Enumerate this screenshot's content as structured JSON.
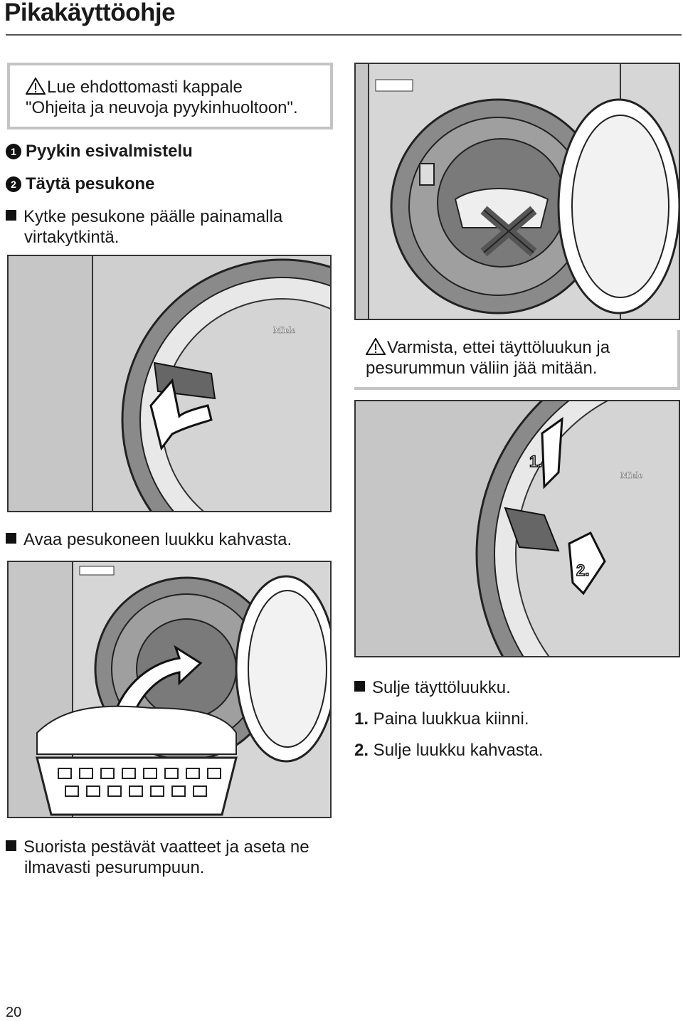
{
  "page_title": "Pikakäyttöohje",
  "notes": {
    "read_manual": [
      "Lue ehdottomasti kappale",
      "\"Ohjeita ja neuvoja pyykinhuoltoon\"."
    ],
    "check_drum": [
      "Varmista, ettei täyttöluukun ja",
      "pesurummun väliin jää mitään."
    ]
  },
  "steps": [
    {
      "number": "1",
      "label": "Pyykin esivalmistelu"
    },
    {
      "number": "2",
      "label": "Täytä pesukone"
    }
  ],
  "instructions": {
    "switch_on": [
      "Kytke pesukone päälle painamalla",
      "virtakytkintä."
    ],
    "open_door": "Avaa pesukoneen luukku kahvasta.",
    "load_laundry": [
      "Suorista pestävät vaatteet ja aseta ne",
      "ilmavasti pesurumpuun."
    ],
    "close_door": "Sulje täyttöluukku.",
    "close_sub": [
      {
        "num": "1.",
        "text": " Paina luukkua kiinni."
      },
      {
        "num": "2.",
        "text": " Sulje luukku kahvasta."
      }
    ]
  },
  "illustrations": {
    "brand": "Miele",
    "step_labels": [
      "1.",
      "2."
    ]
  },
  "icons": {
    "warning": "warning-triangle-icon",
    "bullet": "square-bullet-icon",
    "arrow": "curved-arrow-icon"
  },
  "page_number": "20"
}
